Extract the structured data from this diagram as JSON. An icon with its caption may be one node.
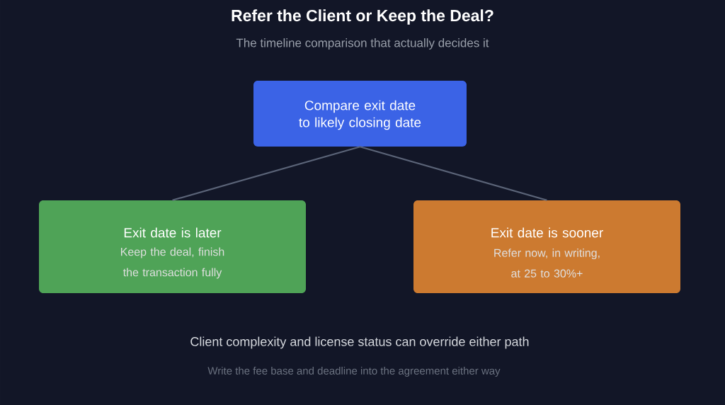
{
  "diagram": {
    "title": "Refer the Client or Keep the Deal?",
    "nodes": [
      {
        "text": [
          "Compare exit date to likely closing date"
        ]
      },
      {
        "text": [
          "Exit date is later",
          "Keep the deal, finish the transaction fully"
        ]
      },
      {
        "text": [
          "Exit date is sooner",
          "Refer now, in writing, at 25 to 30%+"
        ]
      }
    ],
    "edges": [
      {
        "from": 0,
        "to": 1,
        "arrow": "none"
      },
      {
        "from": 0,
        "to": 2,
        "arrow": "none"
      }
    ],
    "labels": [
      "The timeline comparison that actually decides it",
      "Client complexity and license status can override either path",
      "Write the fee base and deadline into the agreement either way"
    ]
  }
}
